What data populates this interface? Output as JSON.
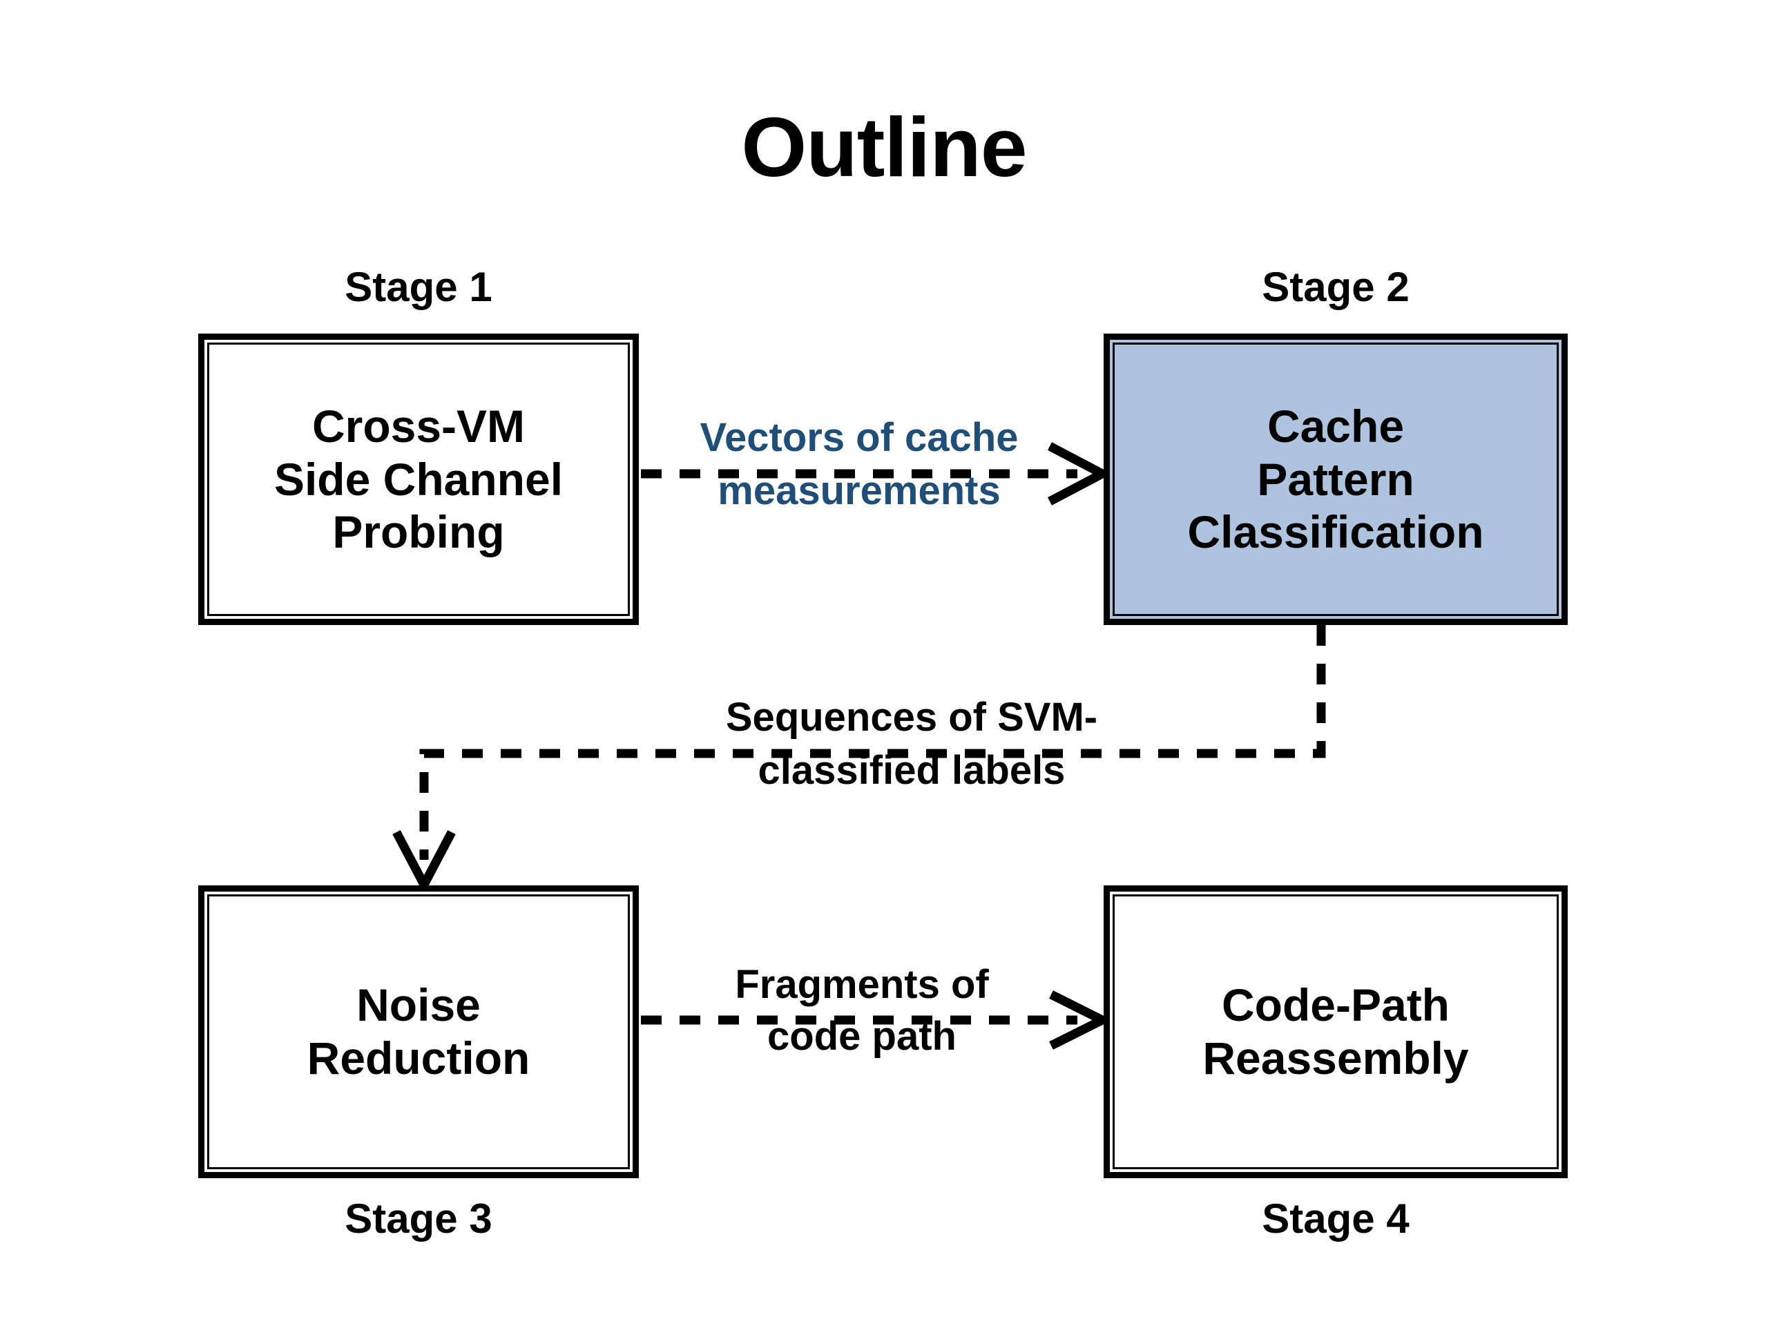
{
  "page": {
    "title": "Outline",
    "background_color": "#ffffff"
  },
  "colors": {
    "stroke": "#000000",
    "highlight_fill": "#aec4de",
    "label_blue": "#1f4e79",
    "label_black": "#000000"
  },
  "stages": [
    {
      "caption": "Stage 1",
      "caption_position": "above",
      "lines": [
        "Cross-VM",
        "Side Channel",
        "Probing"
      ],
      "highlighted": false
    },
    {
      "caption": "Stage 2",
      "caption_position": "above",
      "lines": [
        "Cache",
        "Pattern",
        "Classification"
      ],
      "highlighted": true
    },
    {
      "caption": "Stage 3",
      "caption_position": "below",
      "lines": [
        "Noise",
        "Reduction"
      ],
      "highlighted": false
    },
    {
      "caption": "Stage 4",
      "caption_position": "below",
      "lines": [
        "Code-Path",
        "Reassembly"
      ],
      "highlighted": false
    }
  ],
  "connectors": [
    {
      "id": "stage1-to-stage2",
      "from": "Stage 1",
      "to": "Stage 2",
      "label_lines": [
        "Vectors of cache",
        "measurements"
      ],
      "color": "#1f4e79",
      "style": "dashed",
      "arrow": "right"
    },
    {
      "id": "stage2-to-stage3",
      "from": "Stage 2",
      "to": "Stage 3",
      "label_lines": [
        "Sequences of SVM-",
        "classified labels"
      ],
      "color": "#000000",
      "style": "dashed",
      "arrow": "down"
    },
    {
      "id": "stage3-to-stage4",
      "from": "Stage 3",
      "to": "Stage 4",
      "label_lines": [
        "Fragments of",
        "code path"
      ],
      "color": "#000000",
      "style": "dashed",
      "arrow": "right"
    }
  ]
}
